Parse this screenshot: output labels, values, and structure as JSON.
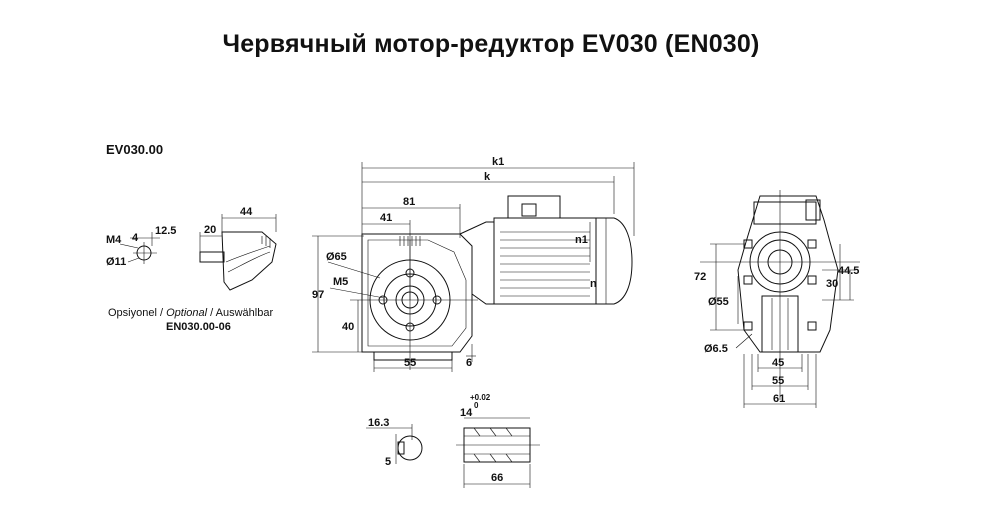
{
  "title": "Червячный мотор-редуктор EV030 (EN030)",
  "model": "EV030.00",
  "optional": {
    "word1": "Opsiyonel",
    "sep": " / ",
    "word2": "Optional",
    "word3": "Auswählbar",
    "code": "EN030.00-06"
  },
  "dims": {
    "d_m4": "M4",
    "d_4": "4",
    "d_12_5": "12.5",
    "d_11": "Ø11",
    "d_20": "20",
    "d_44": "44",
    "d_k1": "k1",
    "d_k": "k",
    "d_81": "81",
    "d_41": "41",
    "d_65": "Ø65",
    "d_m5": "M5",
    "d_97": "97",
    "d_40": "40",
    "d_55a": "55",
    "d_6": "6",
    "d_n1": "n1",
    "d_n": "n",
    "d_72": "72",
    "d_44_5": "44.5",
    "d_30": "30",
    "d_55d": "Ø55",
    "d_6_5": "Ø6.5",
    "d_45": "45",
    "d_55b": "55",
    "d_61": "61",
    "d_16_3": "16.3",
    "d_5": "5",
    "d_14": "14",
    "d_tol_plus": "+0.02",
    "d_tol_zero": "0",
    "d_66": "66"
  }
}
